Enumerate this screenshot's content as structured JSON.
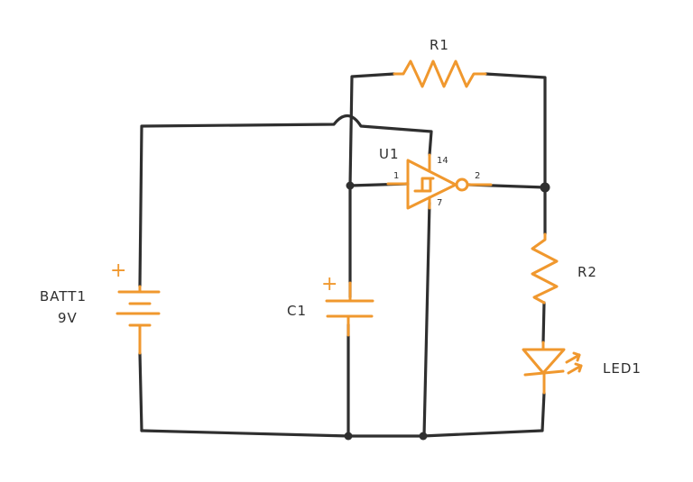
{
  "diagram": {
    "labels": {
      "r1": "R1",
      "r2": "R2",
      "u1": "U1",
      "c1": "C1",
      "batt_name": "BATT1",
      "batt_value": "9V",
      "led": "LED1"
    },
    "pins": {
      "u1_in": "1",
      "u1_out": "2",
      "u1_vcc": "14",
      "u1_gnd": "7"
    },
    "polarity": {
      "battery": "+",
      "capacitor": "+"
    }
  },
  "colors": {
    "wire": "#2f2f2f",
    "component": "#f0982e"
  }
}
